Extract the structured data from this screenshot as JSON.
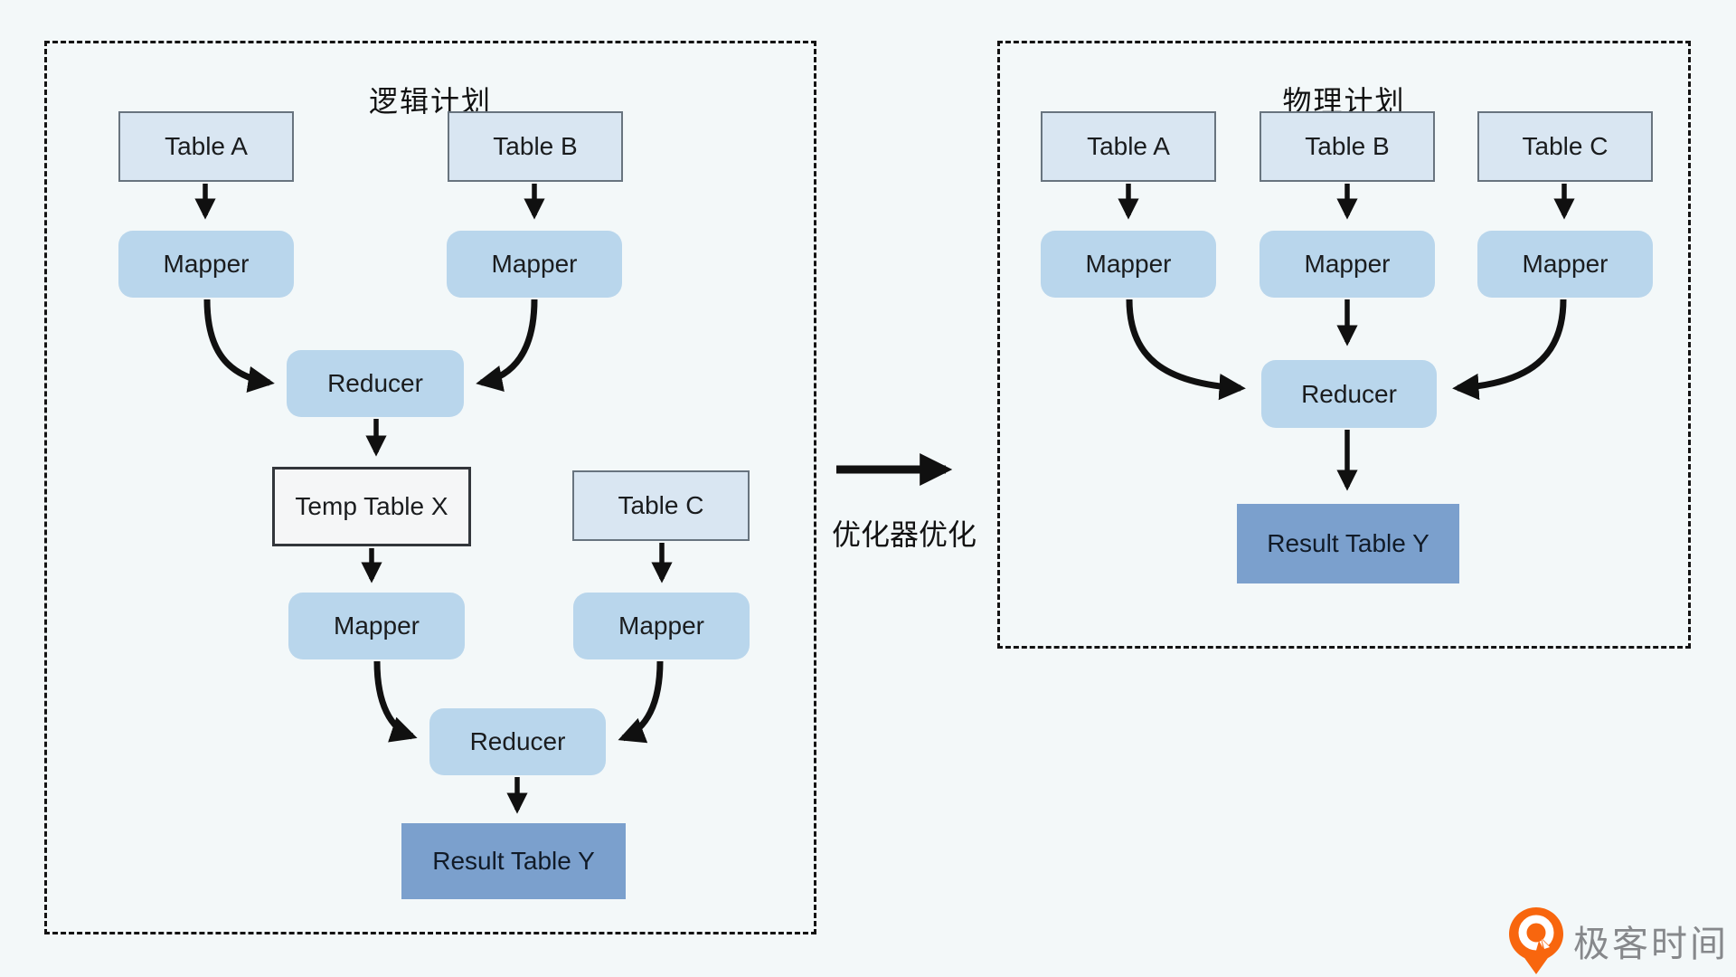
{
  "logical_plan": {
    "title": "逻辑计划",
    "nodes": {
      "table_a": "Table A",
      "table_b": "Table B",
      "mapper_a": "Mapper",
      "mapper_b": "Mapper",
      "reducer_1": "Reducer",
      "temp_table_x": "Temp Table X",
      "table_c": "Table C",
      "mapper_c": "Mapper",
      "mapper_d": "Mapper",
      "reducer_2": "Reducer",
      "result_table_y": "Result Table Y"
    }
  },
  "optimizer": {
    "label": "优化器优化"
  },
  "physical_plan": {
    "title": "物理计划",
    "nodes": {
      "table_a": "Table A",
      "table_b": "Table B",
      "table_c": "Table C",
      "mapper_a": "Mapper",
      "mapper_b": "Mapper",
      "mapper_c": "Mapper",
      "reducer": "Reducer",
      "result_table_y": "Result Table Y"
    }
  },
  "branding": {
    "logo_icon": "geektime-pin-icon",
    "logo_text": "极客时间"
  },
  "colors": {
    "background": "#f3f8f9",
    "table_fill": "#d9e6f2",
    "table_border": "#68747f",
    "process_fill": "#b9d6ec",
    "temp_fill": "#f5f6f7",
    "result_fill": "#7ba0cd",
    "arrow": "#101010",
    "logo_orange": "#f8660e",
    "logo_text_gray": "#86888b"
  }
}
